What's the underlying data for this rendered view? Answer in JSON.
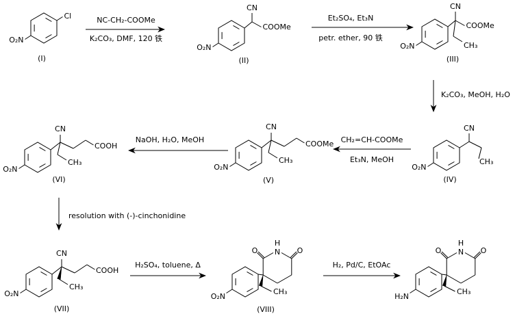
{
  "scheme": {
    "background": "#ffffff",
    "ink": "#000000",
    "atoms": {
      "cl": "Cl",
      "o2n": "O₂N",
      "h2n": "H₂N",
      "cn": "CN",
      "coome": "COOMe",
      "cooh": "COOH",
      "ch3": "CH₃",
      "o": "O",
      "n": "N",
      "h": "H"
    },
    "compound_labels": {
      "i": "(I)",
      "ii": "(II)",
      "iii": "(III)",
      "iv": "(IV)",
      "v": "(V)",
      "vi": "(VI)",
      "vii": "(VII)",
      "viii": "(VIII)"
    },
    "reactions": {
      "step1": {
        "above": "NC-CH₂-COOMe",
        "below": "K₂CO₃, DMF, 120 铁"
      },
      "step2": {
        "above": "Et₂SO₄, Et₃N",
        "below": "petr. ether, 90 铁"
      },
      "step3": {
        "label": "K₂CO₃, MeOH, H₂O"
      },
      "step4": {
        "above": "CH₂=CH-COOMe",
        "below": "Et₃N, MeOH"
      },
      "step5": {
        "above": "NaOH, H₂O, MeOH"
      },
      "step6": {
        "label": "resolution with (-)-cinchonidine"
      },
      "step7": {
        "above": "H₂SO₄, toluene, Δ"
      },
      "step8": {
        "above": "H₂, Pd/C, EtOAc"
      }
    }
  }
}
